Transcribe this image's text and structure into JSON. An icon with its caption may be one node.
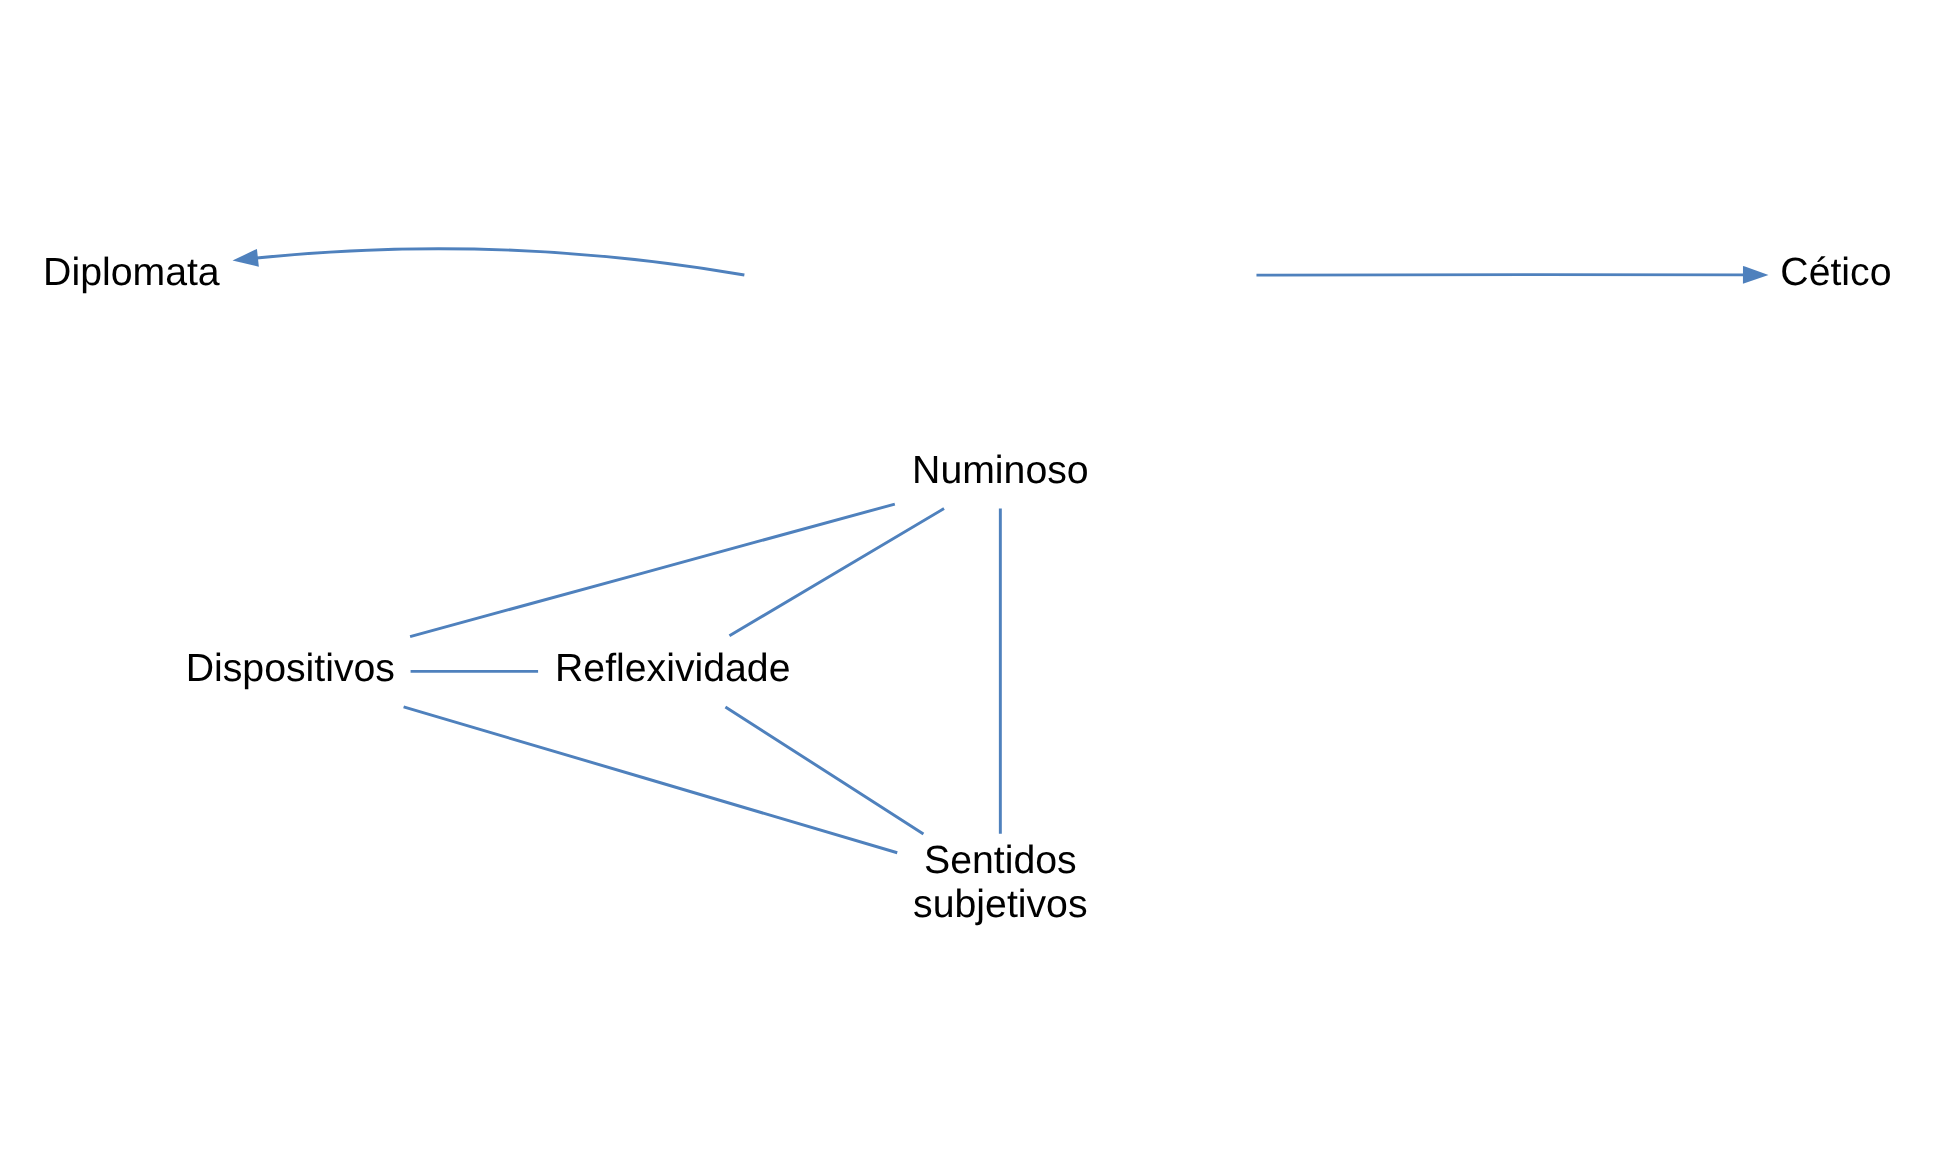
{
  "diagram": {
    "nodes": [
      {
        "text": [
          "Numinoso"
        ]
      },
      {
        "text": [
          "Dispositivos"
        ]
      },
      {
        "text": [
          "Reflexividade"
        ]
      },
      {
        "text": [
          "Sentidos subjetivos"
        ]
      },
      {
        "text": [
          "Diplomata"
        ]
      },
      {
        "text": [
          "Cético"
        ]
      }
    ],
    "edges": [
      {
        "from": 0,
        "to": 1,
        "arrow": "none"
      },
      {
        "from": 0,
        "to": 2,
        "arrow": "none"
      },
      {
        "from": 0,
        "to": 3,
        "arrow": "none"
      },
      {
        "from": 1,
        "to": 2,
        "arrow": "none"
      },
      {
        "from": 1,
        "to": 3,
        "arrow": "none"
      },
      {
        "from": 2,
        "to": 3,
        "arrow": "none"
      },
      {
        "from": null,
        "to": 4,
        "arrow": "to"
      },
      {
        "from": null,
        "to": 5,
        "arrow": "to"
      }
    ]
  }
}
